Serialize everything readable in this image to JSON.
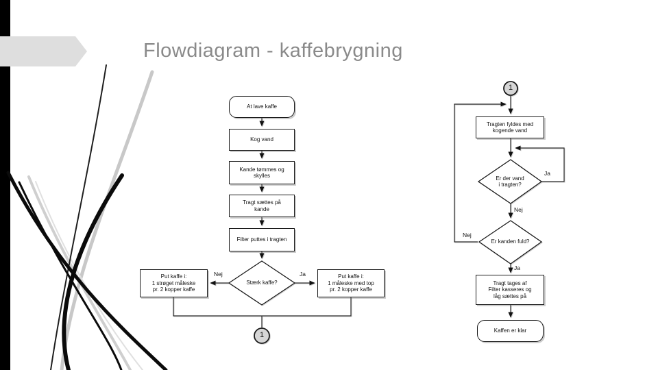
{
  "slide": {
    "title": "Flowdiagram - kaffebrygning"
  },
  "colors": {
    "title_gray": "#8a8a8a",
    "swoosh_gray": "#c8c8c8",
    "bar_black": "#000000",
    "connector_fill": "#d6d6d6"
  },
  "left_chart": {
    "start": "At lave kaffe",
    "step_kog_vand": "Kog vand",
    "step_kande_lines": [
      "Kande tømmes og",
      "skylles"
    ],
    "step_tragt_lines": [
      "Tragt sættes på",
      "kande"
    ],
    "step_filter": "Filter puttes i tragten",
    "decision": "Stærk kaffe?",
    "label_nej": "Nej",
    "label_ja": "Ja",
    "nej_box_lines": [
      "Put kaffe i:",
      "1 strøget måleske",
      "pr. 2 kopper kaffe"
    ],
    "ja_box_lines": [
      "Put kaffe i:",
      "1 måleske med top",
      "pr. 2 kopper kaffe"
    ],
    "connector": "1"
  },
  "right_chart": {
    "connector": "1",
    "step_tragten_lines": [
      "Tragten fyldes med",
      "kogende vand"
    ],
    "decision_vand_lines": [
      "Er der vand",
      "i tragten?"
    ],
    "label_ja_1": "Ja",
    "label_nej_1": "Nej",
    "decision_kande": "Er kanden fuld?",
    "label_nej_2": "Nej",
    "label_ja_2": "Ja",
    "step_tages_lines": [
      "Tragt tages af",
      "Filter kasseres og",
      "låg sættes på"
    ],
    "end": "Kaffen er klar"
  }
}
